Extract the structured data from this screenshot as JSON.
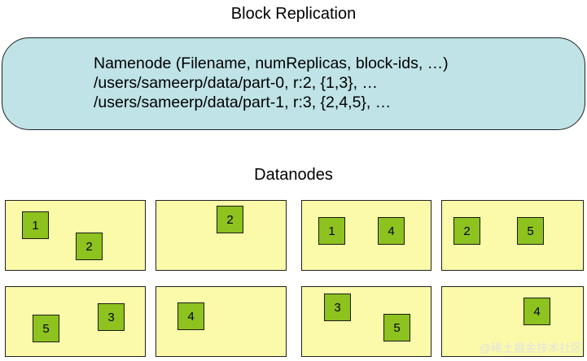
{
  "title": "Block Replication",
  "namenode": {
    "lines": [
      "Namenode (Filename, numReplicas, block-ids, …)",
      "/users/sameerp/data/part-0, r:2, {1,3}, …",
      "/users/sameerp/data/part-1, r:3, {2,4,5}, …"
    ]
  },
  "datanodes_title": "Datanodes",
  "datanodes": [
    {
      "blocks": [
        "1",
        "2"
      ]
    },
    {
      "blocks": [
        "2"
      ]
    },
    {
      "blocks": [
        "1",
        "4"
      ]
    },
    {
      "blocks": [
        "2",
        "5"
      ]
    },
    {
      "blocks": [
        "5",
        "3"
      ]
    },
    {
      "blocks": [
        "4"
      ]
    },
    {
      "blocks": [
        "3",
        "5"
      ]
    },
    {
      "blocks": [
        "4"
      ]
    }
  ],
  "watermark": "@稀土掘金技术社区"
}
